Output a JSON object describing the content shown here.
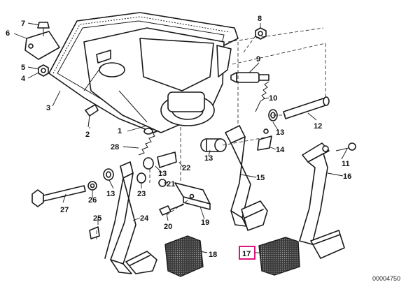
{
  "callouts": {
    "c1": "1",
    "c2": "2",
    "c3": "3",
    "c4": "4",
    "c5": "5",
    "c6": "6",
    "c7": "7",
    "c8": "8",
    "c9": "9",
    "c10": "10",
    "c11": "11",
    "c12": "12",
    "c13a": "13",
    "c13b": "13",
    "c13c": "13",
    "c13d": "13",
    "c14": "14",
    "c15": "15",
    "c16": "16",
    "c17": "17",
    "c18": "18",
    "c19": "19",
    "c20": "20",
    "c21": "21",
    "c22": "22",
    "c23": "23",
    "c24": "24",
    "c25": "25",
    "c26": "26",
    "c27": "27",
    "c28": "28"
  },
  "highlighted_callout": "17",
  "diagram_id": "00004750",
  "colors": {
    "highlight": "#e0137f",
    "line": "#1a1a1a"
  }
}
